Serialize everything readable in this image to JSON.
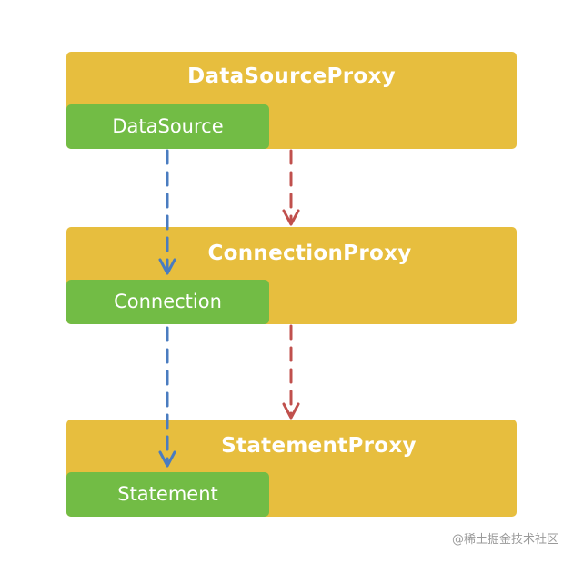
{
  "diagram": {
    "boxes": [
      {
        "title": "DataSourceProxy",
        "inner": "DataSource"
      },
      {
        "title": "ConnectionProxy",
        "inner": "Connection"
      },
      {
        "title": "StatementProxy",
        "inner": "Statement"
      }
    ],
    "colors": {
      "proxy": "#E7BE3E",
      "inner": "#72BC45",
      "blue_arrow": "#4A7CC0",
      "red_arrow": "#C0504D"
    }
  },
  "watermark": "@稀土掘金技术社区"
}
